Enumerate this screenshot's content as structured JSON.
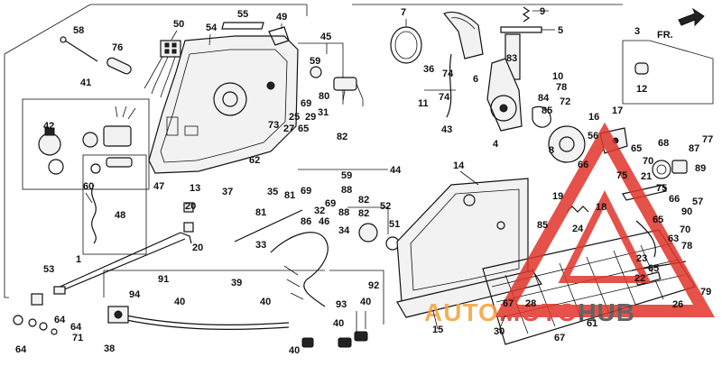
{
  "direction_label": "FR.",
  "brand": {
    "watermark_parts": [
      "AUTO",
      "MOTO",
      "HUB"
    ],
    "watermark_colors": [
      "#f4a23a",
      "#e0352b",
      "#4a4a4a"
    ],
    "accent": "#e0352b"
  },
  "callouts": [
    {
      "id": "c58",
      "text": "58"
    },
    {
      "id": "c76",
      "text": "76"
    },
    {
      "id": "c50",
      "text": "50"
    },
    {
      "id": "c54",
      "text": "54"
    },
    {
      "id": "c55",
      "text": "55"
    },
    {
      "id": "c49",
      "text": "49"
    },
    {
      "id": "c45",
      "text": "45"
    },
    {
      "id": "c59a",
      "text": "59"
    },
    {
      "id": "c80",
      "text": "80"
    },
    {
      "id": "c41",
      "text": "41"
    },
    {
      "id": "c42",
      "text": "42"
    },
    {
      "id": "c69a",
      "text": "69"
    },
    {
      "id": "c25",
      "text": "25"
    },
    {
      "id": "c29",
      "text": "29"
    },
    {
      "id": "c31",
      "text": "31"
    },
    {
      "id": "c65a",
      "text": "65"
    },
    {
      "id": "c73",
      "text": "73"
    },
    {
      "id": "c27",
      "text": "27"
    },
    {
      "id": "c82a",
      "text": "82"
    },
    {
      "id": "c62",
      "text": "62"
    },
    {
      "id": "c59b",
      "text": "59"
    },
    {
      "id": "c44",
      "text": "44"
    },
    {
      "id": "c13",
      "text": "13"
    },
    {
      "id": "c37",
      "text": "37"
    },
    {
      "id": "c35",
      "text": "35"
    },
    {
      "id": "c81a",
      "text": "81"
    },
    {
      "id": "c69b",
      "text": "69"
    },
    {
      "id": "c88a",
      "text": "88"
    },
    {
      "id": "c82b",
      "text": "82"
    },
    {
      "id": "c81b",
      "text": "81"
    },
    {
      "id": "c86",
      "text": "86"
    },
    {
      "id": "c32",
      "text": "32"
    },
    {
      "id": "c69c",
      "text": "69"
    },
    {
      "id": "c88b",
      "text": "88"
    },
    {
      "id": "c46",
      "text": "46"
    },
    {
      "id": "c82c",
      "text": "82"
    },
    {
      "id": "c52",
      "text": "52"
    },
    {
      "id": "c34",
      "text": "34"
    },
    {
      "id": "c51",
      "text": "51"
    },
    {
      "id": "c60",
      "text": "60"
    },
    {
      "id": "c47",
      "text": "47"
    },
    {
      "id": "c48",
      "text": "48"
    },
    {
      "id": "c20a",
      "text": "20"
    },
    {
      "id": "c20b",
      "text": "20"
    },
    {
      "id": "c33",
      "text": "33"
    },
    {
      "id": "c53",
      "text": "53"
    },
    {
      "id": "c1",
      "text": "1"
    },
    {
      "id": "c91",
      "text": "91"
    },
    {
      "id": "c94",
      "text": "94"
    },
    {
      "id": "c40a",
      "text": "40"
    },
    {
      "id": "c39",
      "text": "39"
    },
    {
      "id": "c40b",
      "text": "40"
    },
    {
      "id": "c93",
      "text": "93"
    },
    {
      "id": "c92",
      "text": "92"
    },
    {
      "id": "c40c",
      "text": "40"
    },
    {
      "id": "c40d",
      "text": "40"
    },
    {
      "id": "c40e",
      "text": "40"
    },
    {
      "id": "c38",
      "text": "38"
    },
    {
      "id": "c64a",
      "text": "64"
    },
    {
      "id": "c64b",
      "text": "64"
    },
    {
      "id": "c64c",
      "text": "64"
    },
    {
      "id": "c71",
      "text": "71"
    },
    {
      "id": "c7",
      "text": "7"
    },
    {
      "id": "c9",
      "text": "9"
    },
    {
      "id": "c5",
      "text": "5"
    },
    {
      "id": "c36",
      "text": "36"
    },
    {
      "id": "c83",
      "text": "83"
    },
    {
      "id": "c6",
      "text": "6"
    },
    {
      "id": "c74a",
      "text": "74"
    },
    {
      "id": "c74b",
      "text": "74"
    },
    {
      "id": "c11",
      "text": "11"
    },
    {
      "id": "c43",
      "text": "43"
    },
    {
      "id": "c10",
      "text": "10"
    },
    {
      "id": "c78a",
      "text": "78"
    },
    {
      "id": "c84",
      "text": "84"
    },
    {
      "id": "c72",
      "text": "72"
    },
    {
      "id": "c85",
      "text": "85"
    },
    {
      "id": "c8",
      "text": "8"
    },
    {
      "id": "c4",
      "text": "4"
    },
    {
      "id": "c3",
      "text": "3"
    },
    {
      "id": "c12",
      "text": "12"
    },
    {
      "id": "c16",
      "text": "16"
    },
    {
      "id": "c17",
      "text": "17"
    },
    {
      "id": "c56",
      "text": "56"
    },
    {
      "id": "c66a",
      "text": "66"
    },
    {
      "id": "c65b",
      "text": "65"
    },
    {
      "id": "c70a",
      "text": "70"
    },
    {
      "id": "c68",
      "text": "68"
    },
    {
      "id": "c87",
      "text": "87"
    },
    {
      "id": "c77",
      "text": "77"
    },
    {
      "id": "c75a",
      "text": "75"
    },
    {
      "id": "c21",
      "text": "21"
    },
    {
      "id": "c89",
      "text": "89"
    },
    {
      "id": "c57",
      "text": "57"
    },
    {
      "id": "c14",
      "text": "14"
    },
    {
      "id": "c19",
      "text": "19"
    },
    {
      "id": "c75b",
      "text": "75"
    },
    {
      "id": "c66b",
      "text": "66"
    },
    {
      "id": "c90",
      "text": "90"
    },
    {
      "id": "c18",
      "text": "18"
    },
    {
      "id": "c85b",
      "text": "85"
    },
    {
      "id": "c24",
      "text": "24"
    },
    {
      "id": "c65c",
      "text": "65"
    },
    {
      "id": "c70b",
      "text": "70"
    },
    {
      "id": "c63",
      "text": "63"
    },
    {
      "id": "c78b",
      "text": "78"
    },
    {
      "id": "c23",
      "text": "23"
    },
    {
      "id": "c65d",
      "text": "65"
    },
    {
      "id": "c79",
      "text": "79"
    },
    {
      "id": "c26",
      "text": "26"
    },
    {
      "id": "c67a",
      "text": "67"
    },
    {
      "id": "c22",
      "text": "22"
    },
    {
      "id": "c15",
      "text": "15"
    },
    {
      "id": "c30",
      "text": "30"
    },
    {
      "id": "c67b",
      "text": "67"
    },
    {
      "id": "c61",
      "text": "61"
    },
    {
      "id": "c28",
      "text": "28"
    }
  ]
}
